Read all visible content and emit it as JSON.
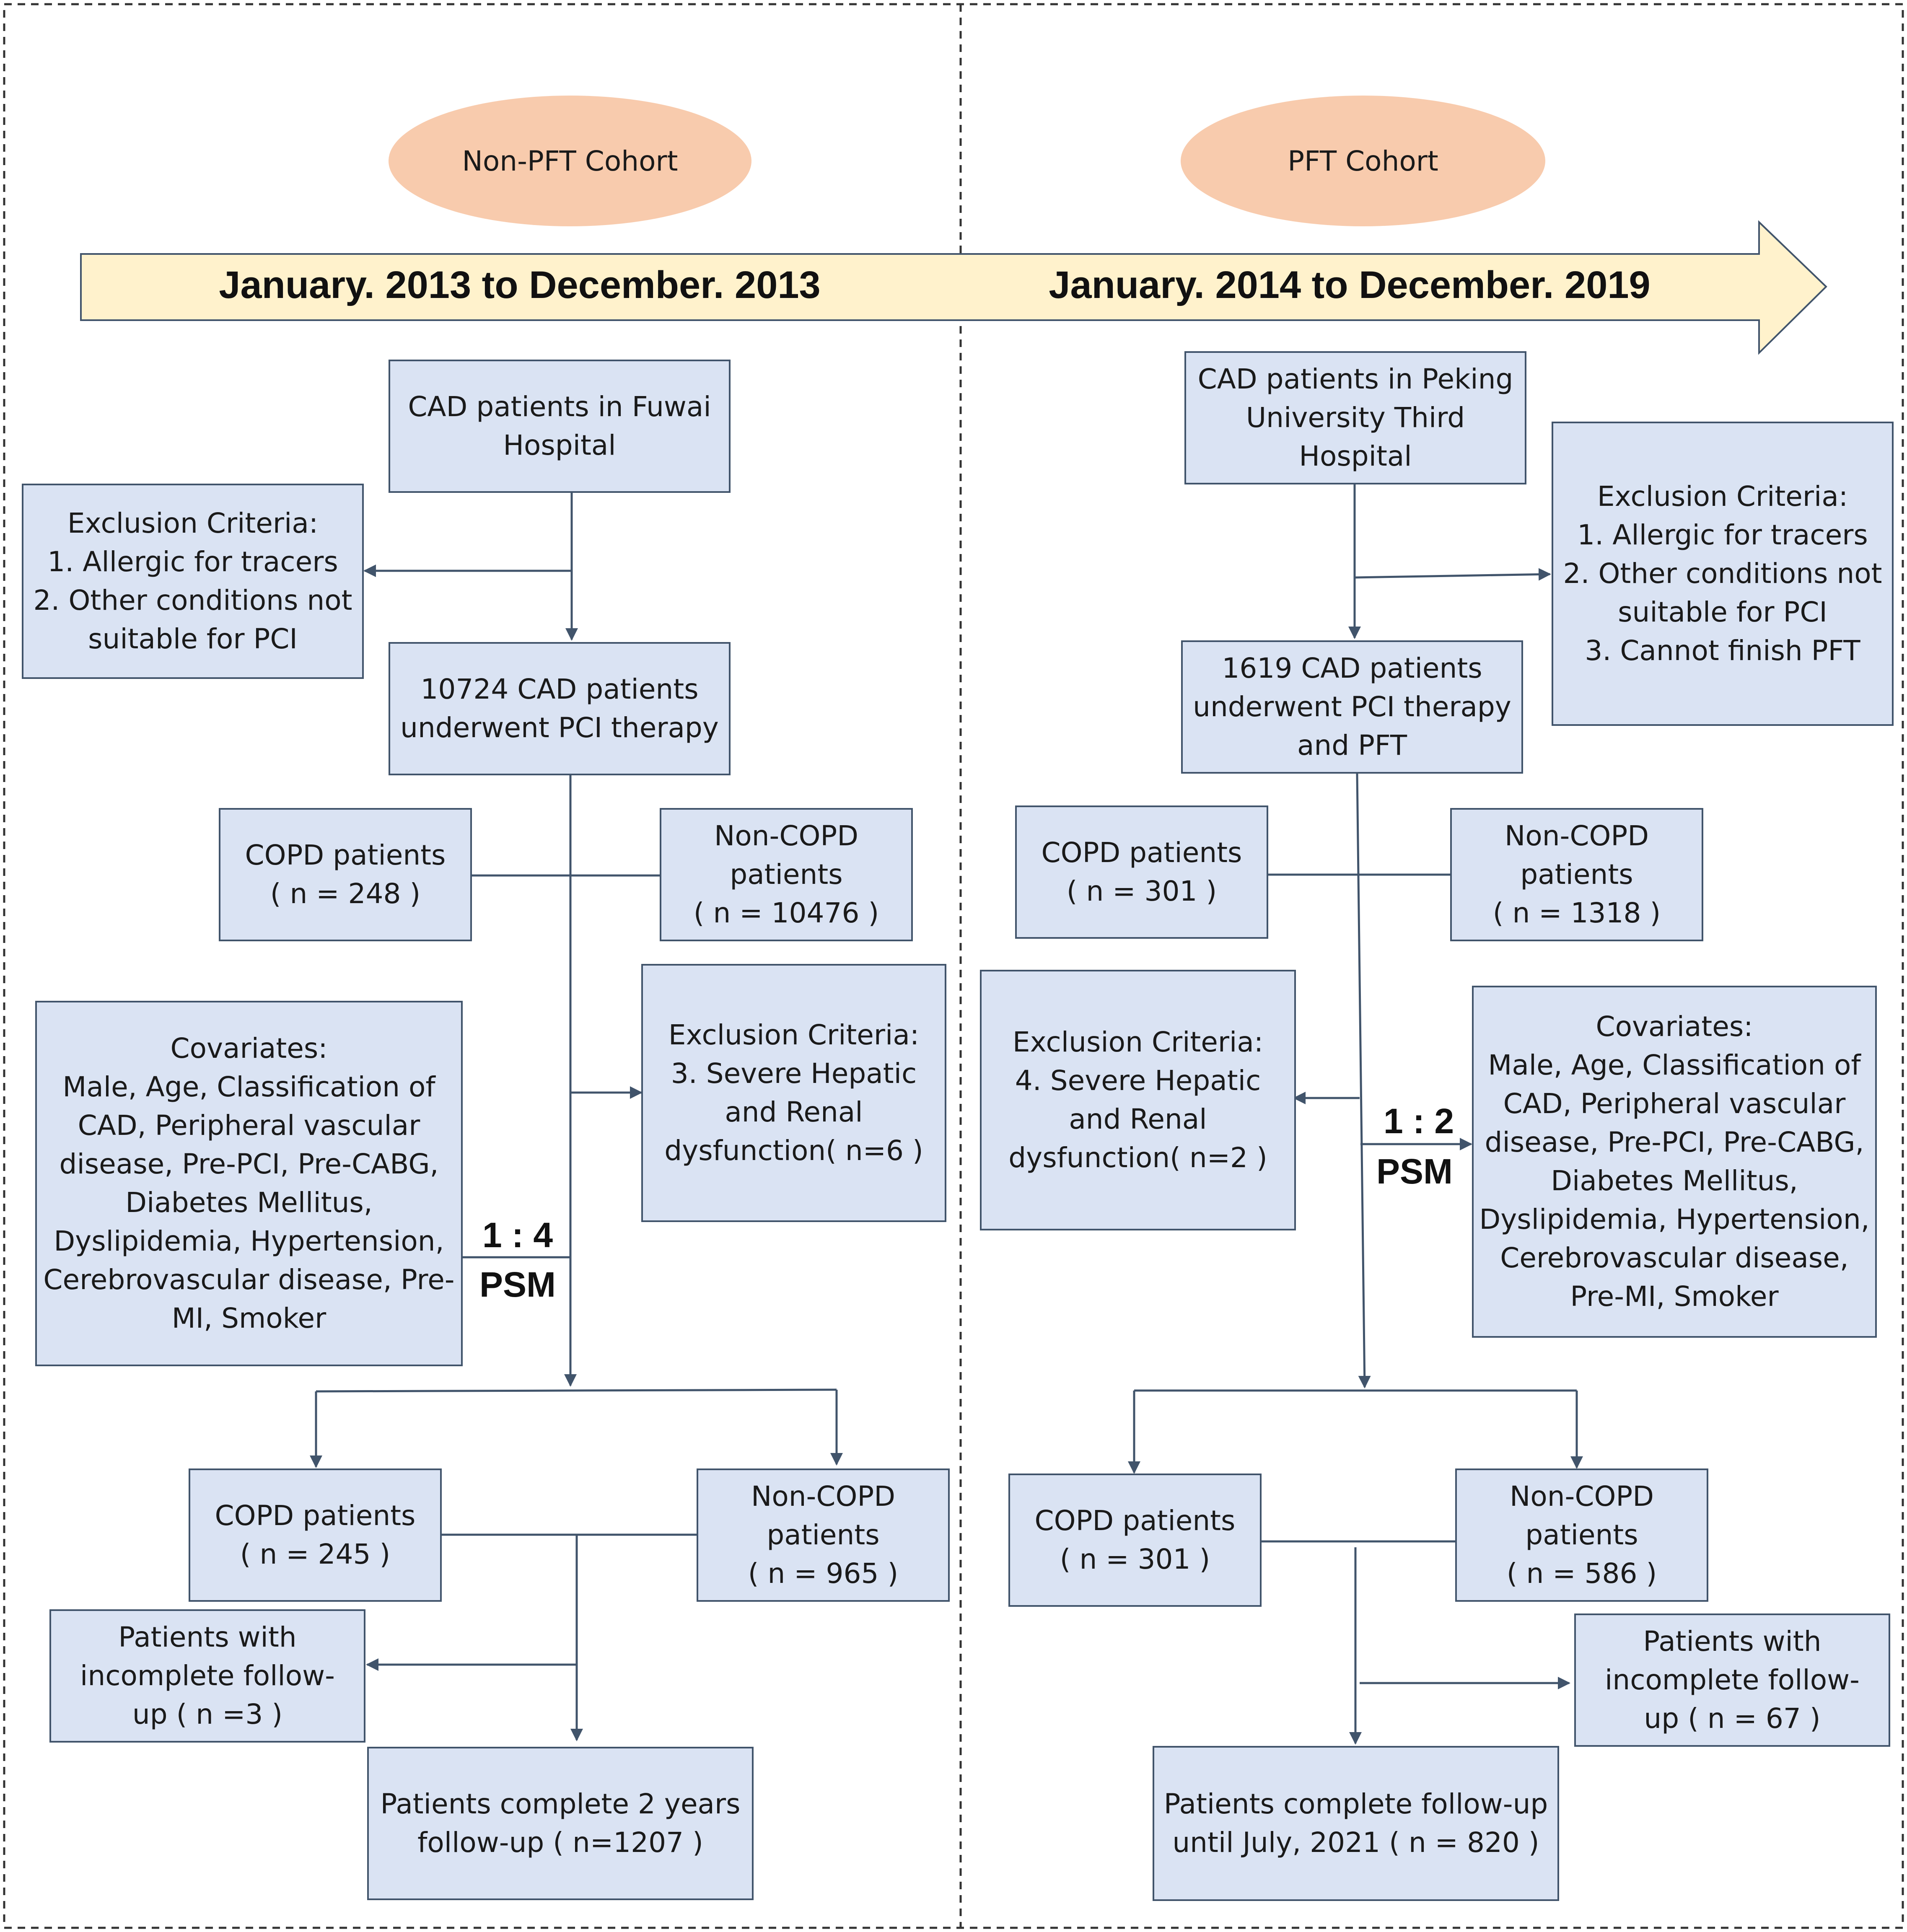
{
  "cohorts": {
    "left": {
      "label": "Non-PFT Cohort",
      "period": "January. 2013 to December. 2013"
    },
    "right": {
      "label": "PFT Cohort",
      "period": "January. 2014 to December. 2019"
    }
  },
  "left": {
    "start": [
      "CAD patients in Fuwai",
      "Hospital"
    ],
    "exclusion_1": [
      "Exclusion Criteria:",
      "1. Allergic for tracers",
      "2. Other conditions not",
      "suitable for PCI"
    ],
    "pci": [
      "10724 CAD patients",
      "underwent PCI therapy"
    ],
    "copd": [
      "COPD patients",
      "( n = 248 )"
    ],
    "non_copd": [
      "Non-COPD",
      "patients",
      "( n = 10476 )"
    ],
    "exclusion_2": [
      "Exclusion Criteria:",
      "3. Severe Hepatic",
      "and Renal",
      "dysfunction( n=6 )"
    ],
    "covariates": [
      "Covariates:",
      "Male, Age, Classification of",
      "CAD, Peripheral vascular",
      "disease, Pre-PCI, Pre-CABG,",
      "Diabetes Mellitus,",
      "Dyslipidemia, Hypertension,",
      "Cerebrovascular disease, Pre-",
      "MI, Smoker"
    ],
    "psm_ratio": "1 : 4",
    "psm_label": "PSM",
    "copd_matched": [
      "COPD patients",
      "( n = 245 )"
    ],
    "non_copd_matched": [
      "Non-COPD",
      "patients",
      "( n = 965 )"
    ],
    "incomplete": [
      "Patients with",
      "incomplete follow-",
      "up ( n =3 )"
    ],
    "complete": [
      "Patients complete 2 years",
      "follow-up ( n=1207 )"
    ]
  },
  "right": {
    "start": [
      "CAD patients in Peking",
      "University Third",
      "Hospital"
    ],
    "exclusion_1": [
      "Exclusion Criteria:",
      "1. Allergic for tracers",
      "2. Other conditions not",
      "suitable for PCI",
      "3. Cannot finish PFT"
    ],
    "pci": [
      "1619 CAD patients",
      "underwent PCI therapy",
      "and PFT"
    ],
    "copd": [
      "COPD patients",
      "( n = 301 )"
    ],
    "non_copd": [
      "Non-COPD",
      "patients",
      "( n = 1318 )"
    ],
    "exclusion_2": [
      "Exclusion Criteria:",
      "4. Severe Hepatic",
      "and Renal",
      "dysfunction( n=2 )"
    ],
    "covariates": [
      "Covariates:",
      "Male, Age, Classification of",
      "CAD, Peripheral vascular",
      "disease, Pre-PCI, Pre-CABG,",
      "Diabetes Mellitus,",
      "Dyslipidemia, Hypertension,",
      "Cerebrovascular disease,",
      "Pre-MI, Smoker"
    ],
    "psm_ratio": "1 : 2",
    "psm_label": "PSM",
    "copd_matched": [
      "COPD patients",
      "( n = 301 )"
    ],
    "non_copd_matched": [
      "Non-COPD",
      "patients",
      "( n = 586 )"
    ],
    "incomplete": [
      "Patients with",
      "incomplete follow-",
      "up ( n = 67 )"
    ],
    "complete": [
      "Patients complete follow-up",
      "until July, 2021 ( n = 820 )"
    ]
  }
}
